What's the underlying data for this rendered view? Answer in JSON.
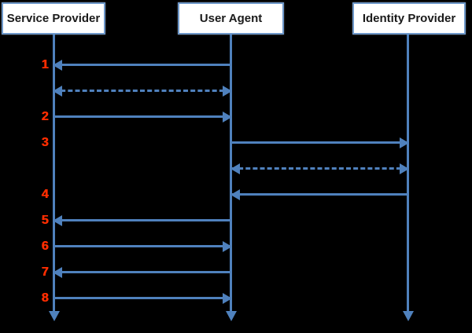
{
  "diagram": {
    "actors": [
      {
        "id": "sp",
        "label": "Service Provider"
      },
      {
        "id": "ua",
        "label": "User Agent"
      },
      {
        "id": "idp",
        "label": "Identity Provider"
      }
    ],
    "messages": [
      {
        "step": "1",
        "from": "ua",
        "to": "sp",
        "line": "solid",
        "heads": "to"
      },
      {
        "step": "",
        "from": "sp",
        "to": "ua",
        "line": "dashed",
        "heads": "both"
      },
      {
        "step": "2",
        "from": "sp",
        "to": "ua",
        "line": "solid",
        "heads": "to"
      },
      {
        "step": "3",
        "from": "ua",
        "to": "idp",
        "line": "solid",
        "heads": "to"
      },
      {
        "step": "",
        "from": "ua",
        "to": "idp",
        "line": "dashed",
        "heads": "both"
      },
      {
        "step": "4",
        "from": "idp",
        "to": "ua",
        "line": "solid",
        "heads": "to"
      },
      {
        "step": "5",
        "from": "ua",
        "to": "sp",
        "line": "solid",
        "heads": "to"
      },
      {
        "step": "6",
        "from": "sp",
        "to": "ua",
        "line": "solid",
        "heads": "to"
      },
      {
        "step": "7",
        "from": "ua",
        "to": "sp",
        "line": "solid",
        "heads": "to"
      },
      {
        "step": "8",
        "from": "sp",
        "to": "ua",
        "line": "solid",
        "heads": "to"
      }
    ],
    "colors": {
      "background": "#000000",
      "line": "#4f81bd",
      "step_number": "#ff2d00",
      "box_fill": "#ffffff",
      "box_border": "#6d97c9",
      "box_text": "#1a1a1a"
    }
  }
}
